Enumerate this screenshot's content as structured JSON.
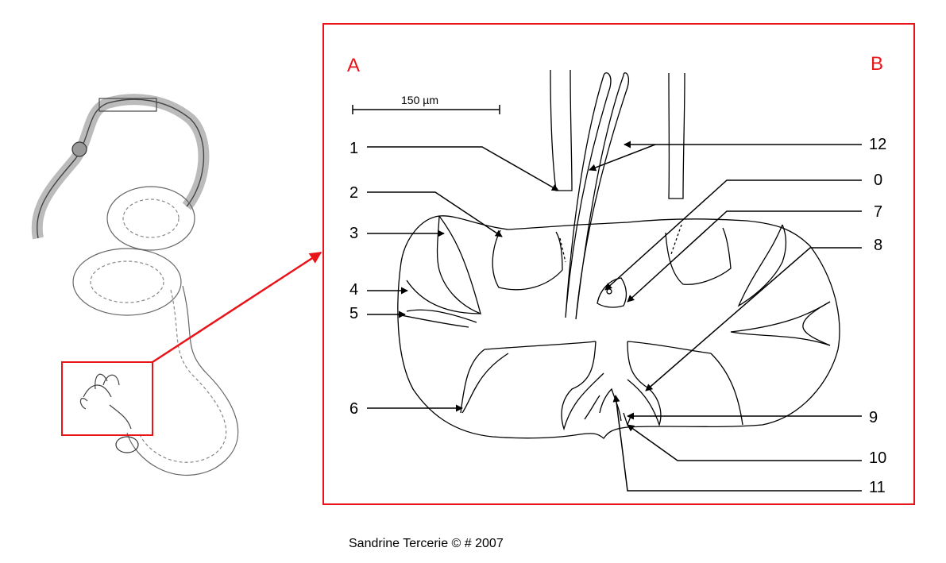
{
  "panel_labels": {
    "left": "A",
    "right": "B"
  },
  "scale_bar": "150 µm",
  "callouts": [
    "1",
    "2",
    "3",
    "4",
    "5",
    "6",
    "12",
    "0",
    "7",
    "8",
    "9",
    "10",
    "11"
  ],
  "credit": "Sandrine Tercerie © # 2007",
  "colors": {
    "frame": "#e8141a",
    "ink": "#000000",
    "sketch": "#555555"
  }
}
